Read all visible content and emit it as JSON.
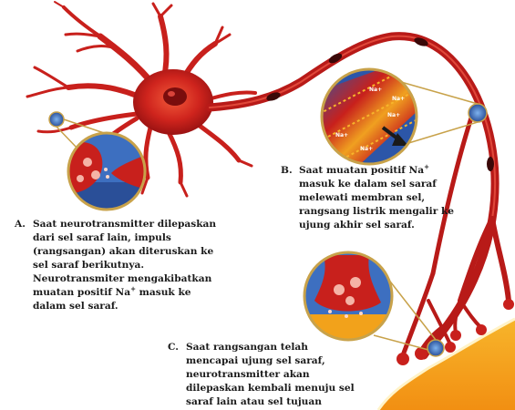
{
  "captions": {
    "a": {
      "label": "A.",
      "line1": "Saat neurotransmitter dilepaskan",
      "line2": "dari sel saraf lain, impuls",
      "line3": "(rangsangan) akan diteruskan ke",
      "line4": "sel saraf berikutnya.",
      "line5": "Neurotransmiter mengakibatkan",
      "line6_pre": "muatan positif Na",
      "line6_sup": "+",
      "line6_post": " masuk ke",
      "line7": "dalam sel saraf."
    },
    "b": {
      "label": "B.",
      "line1_pre": "Saat muatan positif Na",
      "line1_sup": "+",
      "line2": "masuk ke dalam sel saraf",
      "line3": "melewati membran sel,",
      "line4": "rangsang listrik mengalir ke",
      "line5": "ujung akhir sel saraf."
    },
    "c": {
      "label": "C.",
      "line1": "Saat rangsangan telah",
      "line2": "mencapai ujung sel saraf,",
      "line3": "neurotransmitter akan",
      "line4": "dilepaskan kembali menuju sel",
      "line5": "saraf lain atau sel tujuan"
    }
  },
  "ion_labels": [
    "Na+",
    "Na+",
    "Na+",
    "Na+",
    "Na+"
  ],
  "colors": {
    "neuron": "#c8201c",
    "neuron_dark": "#8e1010",
    "synapse_blue": "#2f5fae",
    "target_cell": "#f2a21b",
    "callout_ring": "#c8a24a"
  }
}
